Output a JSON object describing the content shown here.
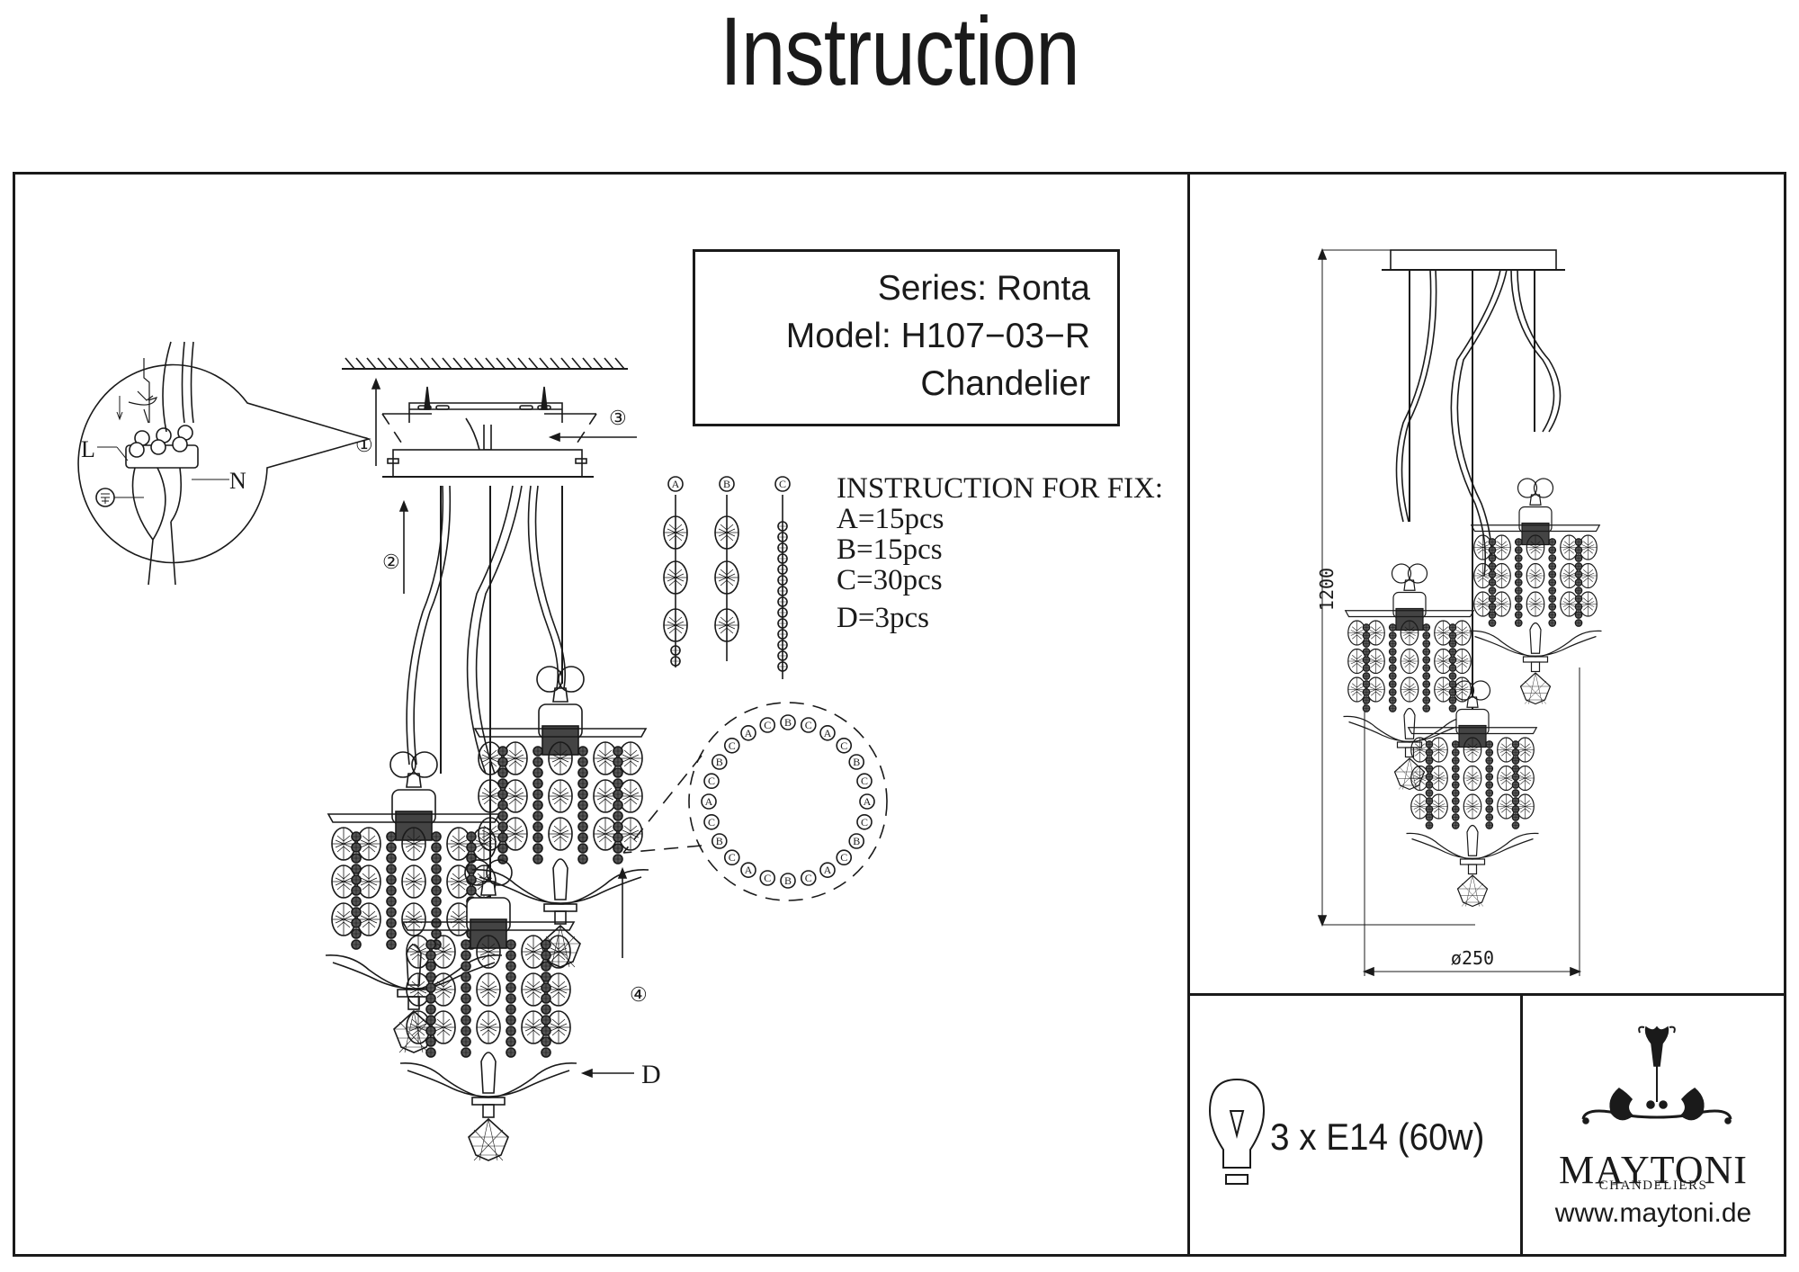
{
  "page": {
    "title": "Instruction"
  },
  "product": {
    "series_line": "Series: Ronta",
    "model_line": "Model: H107−03−R",
    "type_line": "Chandelier"
  },
  "fix_instructions": {
    "heading": "INSTRUCTION FOR FIX:",
    "items": [
      {
        "label": "A=15pcs"
      },
      {
        "label": "B=15pcs"
      },
      {
        "label": "C=30pcs"
      },
      {
        "label": "D=3pcs"
      }
    ],
    "strand_labels": [
      "A",
      "B",
      "C"
    ]
  },
  "wiring": {
    "live_label": "L",
    "neutral_label": "N",
    "earth_symbol": "earth-icon"
  },
  "steps": [
    "①",
    "②",
    "③",
    "④"
  ],
  "drop_label": "D",
  "ring_sequence": [
    "C",
    "A",
    "C",
    "B",
    "C",
    "A",
    "C",
    "B",
    "C",
    "A",
    "C",
    "B",
    "C",
    "A",
    "C",
    "B",
    "C",
    "A",
    "C",
    "B",
    "C",
    "A",
    "C",
    "B"
  ],
  "dimensions": {
    "height": "1200",
    "diameter": "ø250"
  },
  "lamp": {
    "spec": "3 x E14 (60w)",
    "icon": "bulb-icon"
  },
  "brand": {
    "name": "MAYTONI",
    "subtitle": "CHANDELIERS",
    "url": "www.maytoni.de",
    "logo_icon": "chandelier-ornament-icon"
  }
}
